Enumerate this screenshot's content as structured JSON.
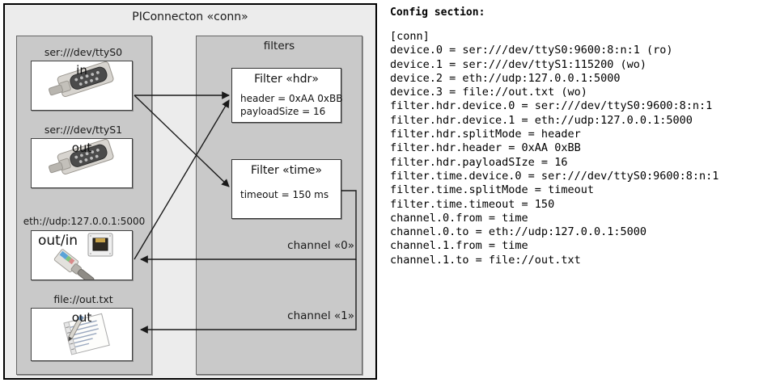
{
  "diagram": {
    "title": "PIConnecton «conn»",
    "devices_panel": {
      "title": "",
      "items": [
        {
          "label": "ser:///dev/ttyS0",
          "node_text": "in",
          "icon": "serial-port-icon"
        },
        {
          "label": "ser:///dev/ttyS1",
          "node_text": "out",
          "icon": "serial-port-icon"
        },
        {
          "label": "eth://udp:127.0.0.1:5000",
          "node_text": "out/in",
          "icon": "ethernet-jack-icon"
        },
        {
          "label": "file://out.txt",
          "node_text": "out",
          "icon": "text-file-icon"
        }
      ]
    },
    "filters_panel": {
      "title": "filters",
      "filters": [
        {
          "title": "Filter «hdr»",
          "props": [
            "header = 0xAA 0xBB",
            "payloadSize = 16"
          ]
        },
        {
          "title": "Filter «time»",
          "props": [
            "timeout = 150 ms"
          ]
        }
      ],
      "channels": [
        {
          "label": "channel «0»"
        },
        {
          "label": "channel «1»"
        }
      ]
    },
    "colors": {
      "frame_border": "#000000",
      "outer_background": "#ececec",
      "panel_background": "#c9c9c9",
      "panel_border": "#666666",
      "node_background": "#ffffff",
      "wire": "#1a1a1a"
    }
  },
  "config": {
    "heading": "Config section:",
    "lines": [
      "[conn]",
      "device.0 = ser:///dev/ttyS0:9600:8:n:1 (ro)",
      "device.1 = ser:///dev/ttyS1:115200 (wo)",
      "device.2 = eth://udp:127.0.0.1:5000",
      "device.3 = file://out.txt (wo)",
      "filter.hdr.device.0 = ser:///dev/ttyS0:9600:8:n:1",
      "filter.hdr.device.1 = eth://udp:127.0.0.1:5000",
      "filter.hdr.splitMode = header",
      "filter.hdr.header = 0xAA 0xBB",
      "filter.hdr.payloadSIze = 16",
      "filter.time.device.0 = ser:///dev/ttyS0:9600:8:n:1",
      "filter.time.splitMode = timeout",
      "filter.time.timeout = 150",
      "channel.0.from = time",
      "channel.0.to = eth://udp:127.0.0.1:5000",
      "channel.1.from = time",
      "channel.1.to = file://out.txt"
    ]
  }
}
